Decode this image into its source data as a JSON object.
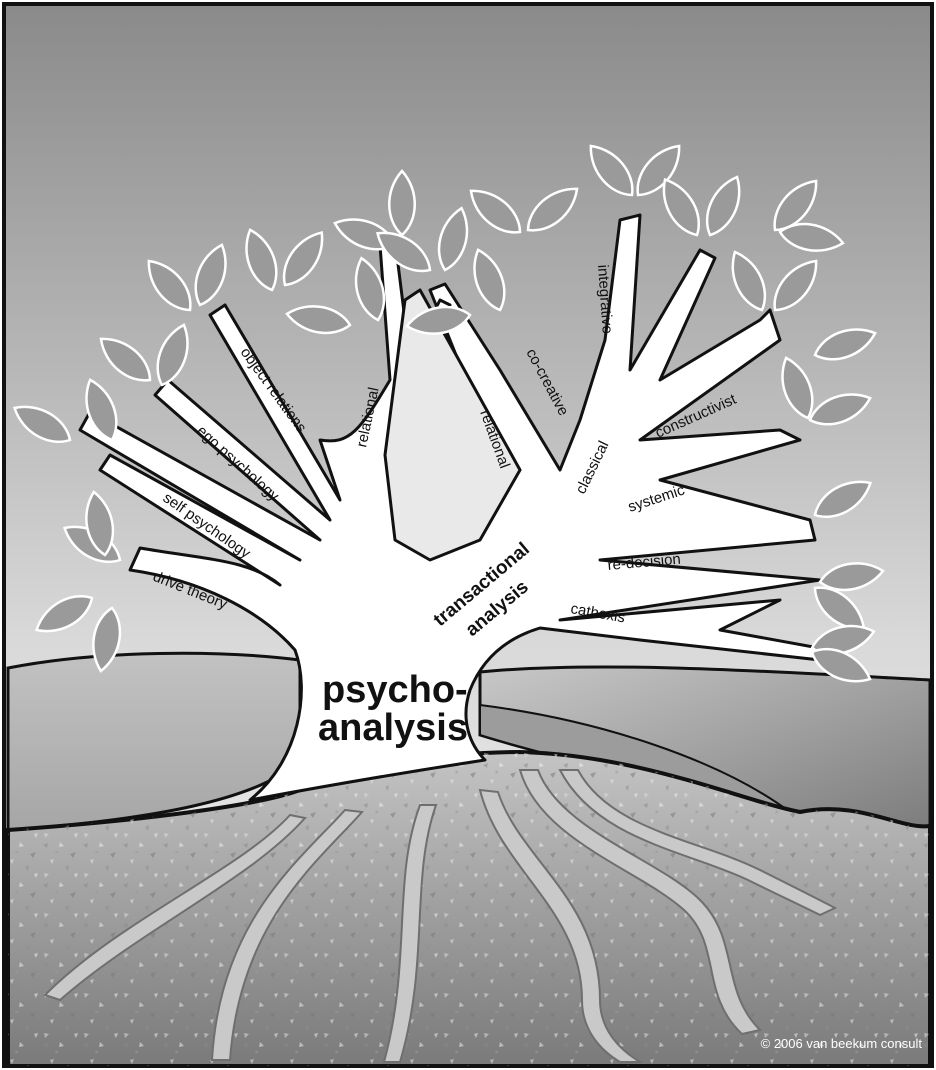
{
  "trunk": {
    "line1": "psycho-",
    "line2": "analysis"
  },
  "ta_branch": {
    "line1": "transactional",
    "line2": "analysis"
  },
  "branches": {
    "drive_theory": "drive theory",
    "self_psychology": "self psychology",
    "ego_psychology": "ego psychology",
    "object_relations": "object relations",
    "relational_left": "relational",
    "relational_ta": "relational",
    "co_creative": "co-creative",
    "integrative": "integrative",
    "classical": "classical",
    "constructivist": "constructivist",
    "systemic": "systemic",
    "re_decision": "re-decision",
    "cathexis": "cathexis"
  },
  "copyright": "© 2006 van beekum consult",
  "colors": {
    "sky_top": "#8a8a8a",
    "sky_bottom": "#f4f4f4",
    "tree": "#ffffff",
    "leaf": "#9a9a9a",
    "hill_left": "#b4b4b4",
    "hill_right": "#8e8e8e",
    "soil": "#bdbdbd",
    "outline": "#111111"
  }
}
